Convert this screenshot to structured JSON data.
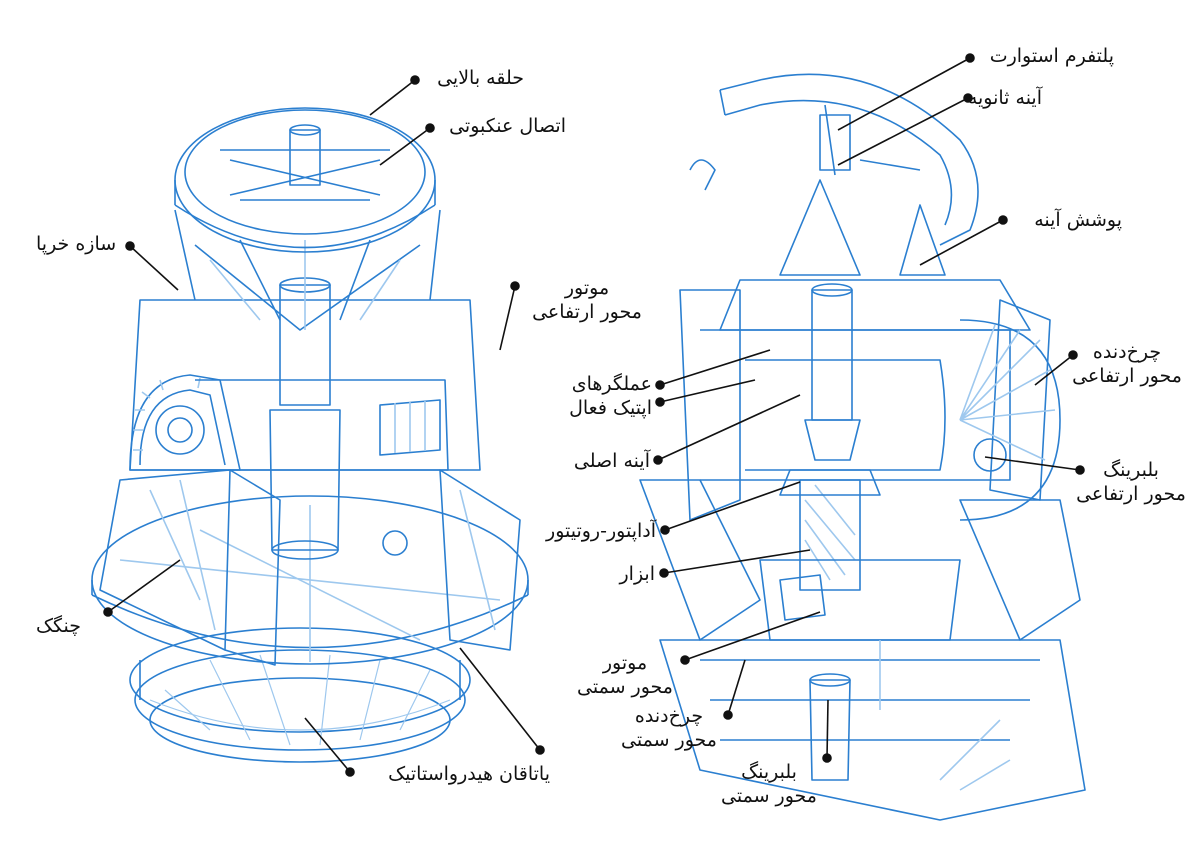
{
  "diagram": {
    "colors": {
      "line": "#2b7fd0",
      "light": "#9ec8ee",
      "text": "#111111",
      "leader": "#111111"
    },
    "left_labels": {
      "top_ring": "حلقه بالایی",
      "spider": "اتصال عنکبوتی",
      "truss": "سازه خرپا",
      "alt_motor_1": "موتور",
      "alt_motor_2": "محور ارتفاعی",
      "fork": "چنگک",
      "hydrostatic": "یاتاقان هیدرواستاتیک"
    },
    "right_labels": {
      "platform": "پلتفرم استوارت",
      "secondary": "آینه ثانویه",
      "mirror_cover": "پوشش آینه",
      "alt_gear_1": "چرخ‌دنده",
      "alt_gear_2": "محور ارتفاعی",
      "actuators_1": "عملگرهای",
      "actuators_2": "اپتیک فعال",
      "primary": "آینه اصلی",
      "alt_bearing_1": "بلبرینگ",
      "alt_bearing_2": "محور ارتفاعی",
      "adapter": "آداپتور-روتیتور",
      "instrument": "ابزار",
      "az_motor_1": "موتور",
      "az_motor_2": "محور سمتی",
      "az_gear_1": "چرخ‌دنده",
      "az_gear_2": "محور سمتی",
      "az_bearing_1": "بلبرینگ",
      "az_bearing_2": "محور سمتی"
    }
  }
}
